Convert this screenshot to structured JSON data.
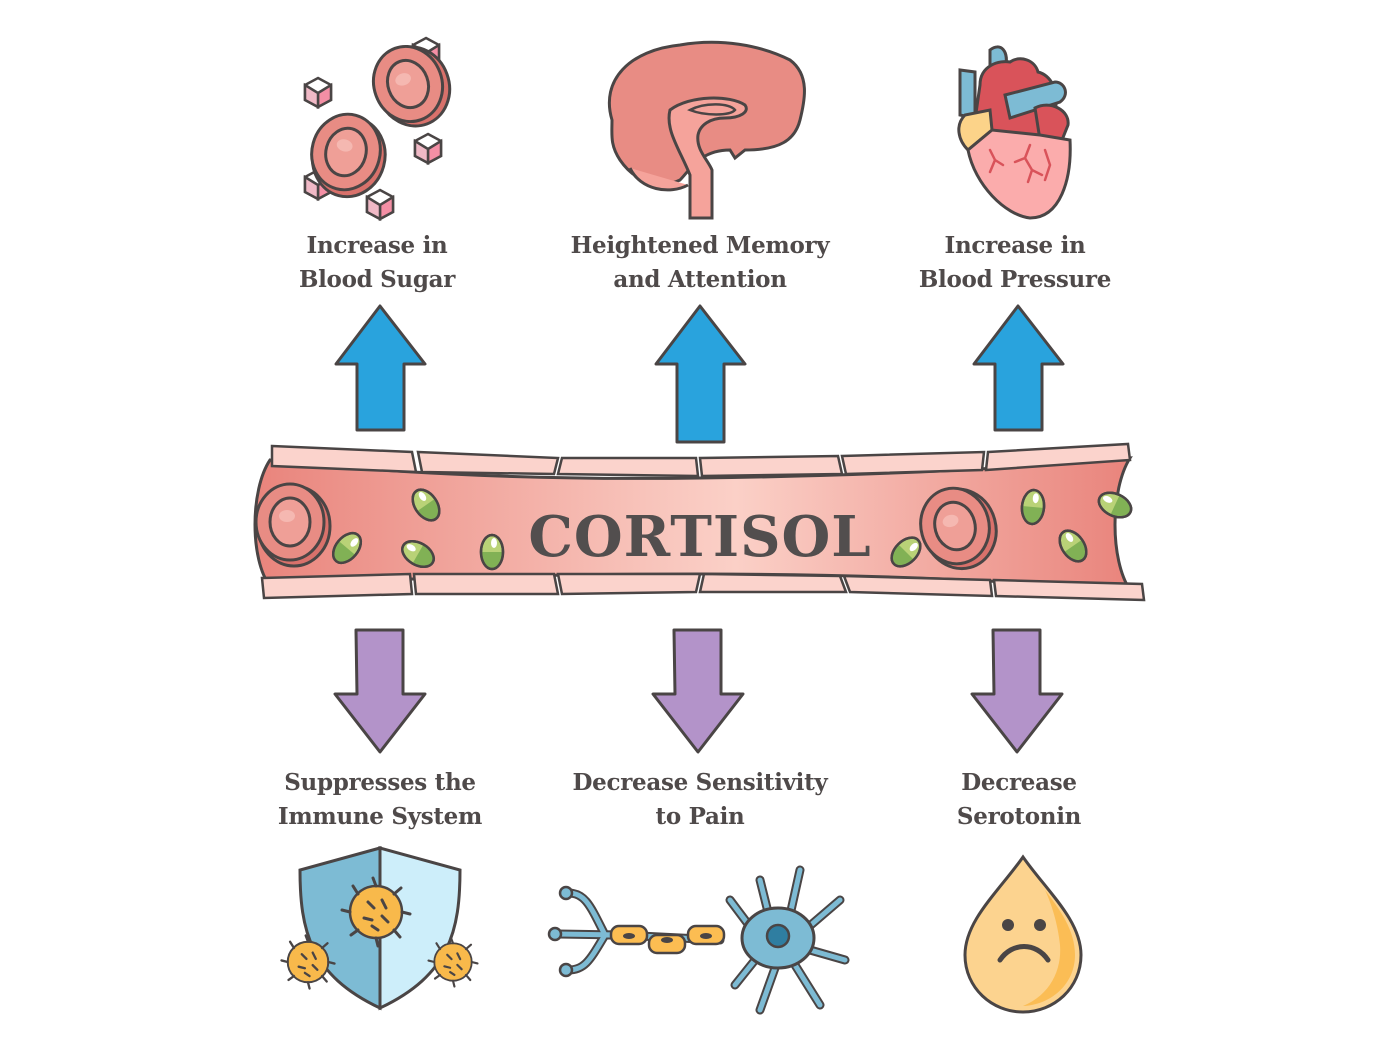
{
  "title": "CORTISOL",
  "colors": {
    "text": "#4f4a4a",
    "up_arrow": "#29a3dd",
    "down_arrow": "#b393c9",
    "vessel": "#eb9088",
    "vessel_wall": "#fbd3cc",
    "platelet": "#8cba55",
    "outline": "#4a4545"
  },
  "effects_increase": [
    {
      "icon": "blood-cells-sugar-cubes-icon",
      "line1": "Increase in",
      "line2": "Blood Sugar",
      "direction": "up"
    },
    {
      "icon": "brain-icon",
      "line1": "Heightened Memory",
      "line2": "and Attention",
      "direction": "up"
    },
    {
      "icon": "heart-icon",
      "line1": "Increase in",
      "line2": "Blood Pressure",
      "direction": "up"
    }
  ],
  "effects_decrease": [
    {
      "icon": "shield-virus-icon",
      "line1": "Suppresses the",
      "line2": "Immune System",
      "direction": "down"
    },
    {
      "icon": "neuron-icon",
      "line1": "Decrease Sensitivity",
      "line2": "to Pain",
      "direction": "down"
    },
    {
      "icon": "sad-drop-icon",
      "line1": "Decrease",
      "line2": "Serotonin",
      "direction": "down"
    }
  ]
}
